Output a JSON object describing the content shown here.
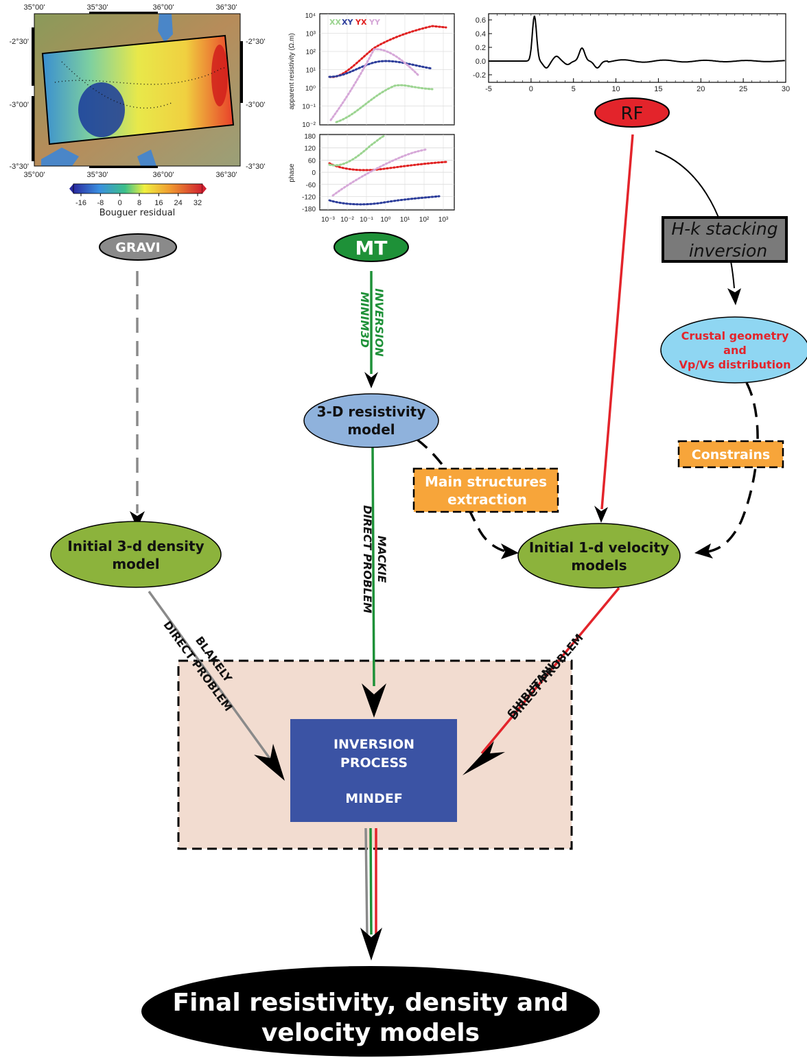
{
  "nodes": {
    "gravi": "GRAVI",
    "mt": "MT",
    "rf": "RF",
    "hk_line1": "H-k stacking",
    "hk_line2": "inversion",
    "crustal_line1": "Crustal geometry",
    "crustal_line2": "and",
    "crustal_line3": "Vp/Vs distribution",
    "resistivity_line1": "3-D resistivity",
    "resistivity_line2": "model",
    "main_struct_line1": "Main structures",
    "main_struct_line2": "extraction",
    "constrains": "Constrains",
    "density_line1": "Initial 3-d density",
    "density_line2": "model",
    "velocity_line1": "Initial 1-d velocity",
    "velocity_line2": "models",
    "inversion_line1": "INVERSION",
    "inversion_line2": "PROCESS",
    "inversion_line3": "MINDEF",
    "final_line1": "Final resistivity, density and",
    "final_line2": "velocity models"
  },
  "edge_labels": {
    "inversion": "INVERSION",
    "minim3d": "MINIM3D",
    "mackie": "MACKIE",
    "mackie_direct": "DIRECT PROBLEM",
    "blakely": "BLAKELY",
    "blakely_direct": "DIRECT PROBLEM",
    "shibutani": "SHIBUTANI",
    "shibutani_direct": "DIRECT PROBLEM"
  },
  "map": {
    "top_ticks": [
      "35°00'",
      "35°30'",
      "36°00'",
      "36°30'"
    ],
    "bottom_ticks": [
      "35°00'",
      "35°30'",
      "36°00'",
      "36°30'"
    ],
    "left_ticks": [
      "-2°30'",
      "-3°00'",
      "-3°30'"
    ],
    "right_ticks": [
      "-2°30'",
      "-3°00'",
      "-3°30'"
    ],
    "colorbar_ticks": [
      "-16",
      "-8",
      "0",
      "8",
      "16",
      "24",
      "32"
    ],
    "colorbar_label": "Bouguer residual"
  },
  "mt_plot": {
    "legend": [
      "XX",
      "XY",
      "YX",
      "YY"
    ],
    "ylabel_top": "apparent resistivity (Ω.m)",
    "ylabel_bottom": "phase",
    "rho_ticks": [
      "10⁴",
      "10³",
      "10²",
      "10¹",
      "10⁰",
      "10⁻¹",
      "10⁻²"
    ],
    "phase_ticks": [
      "180",
      "120",
      "60",
      "0",
      "-60",
      "-120",
      "-180"
    ],
    "x_ticks": [
      "10⁻³",
      "10⁻²",
      "10⁻¹",
      "10⁰",
      "10¹",
      "10²",
      "10³"
    ]
  },
  "rf_plot": {
    "y_ticks": [
      "0.6",
      "0.4",
      "0.2",
      "0.0",
      "-0.2"
    ],
    "x_ticks": [
      "-5",
      "0",
      "5",
      "10",
      "15",
      "20",
      "25",
      "30"
    ]
  },
  "colors": {
    "gravi": "#8a8a8a",
    "mt": "#1e9138",
    "rf": "#e3242b",
    "node_green": "#8cb33c",
    "node_blue": "#8fb2dc",
    "node_cyan": "#8fd6f2",
    "box_orange": "#f7a53a",
    "box_gray": "#7a7a7a",
    "inversion_box": "#3b53a4",
    "panel_bg": "#f2dcd0"
  }
}
